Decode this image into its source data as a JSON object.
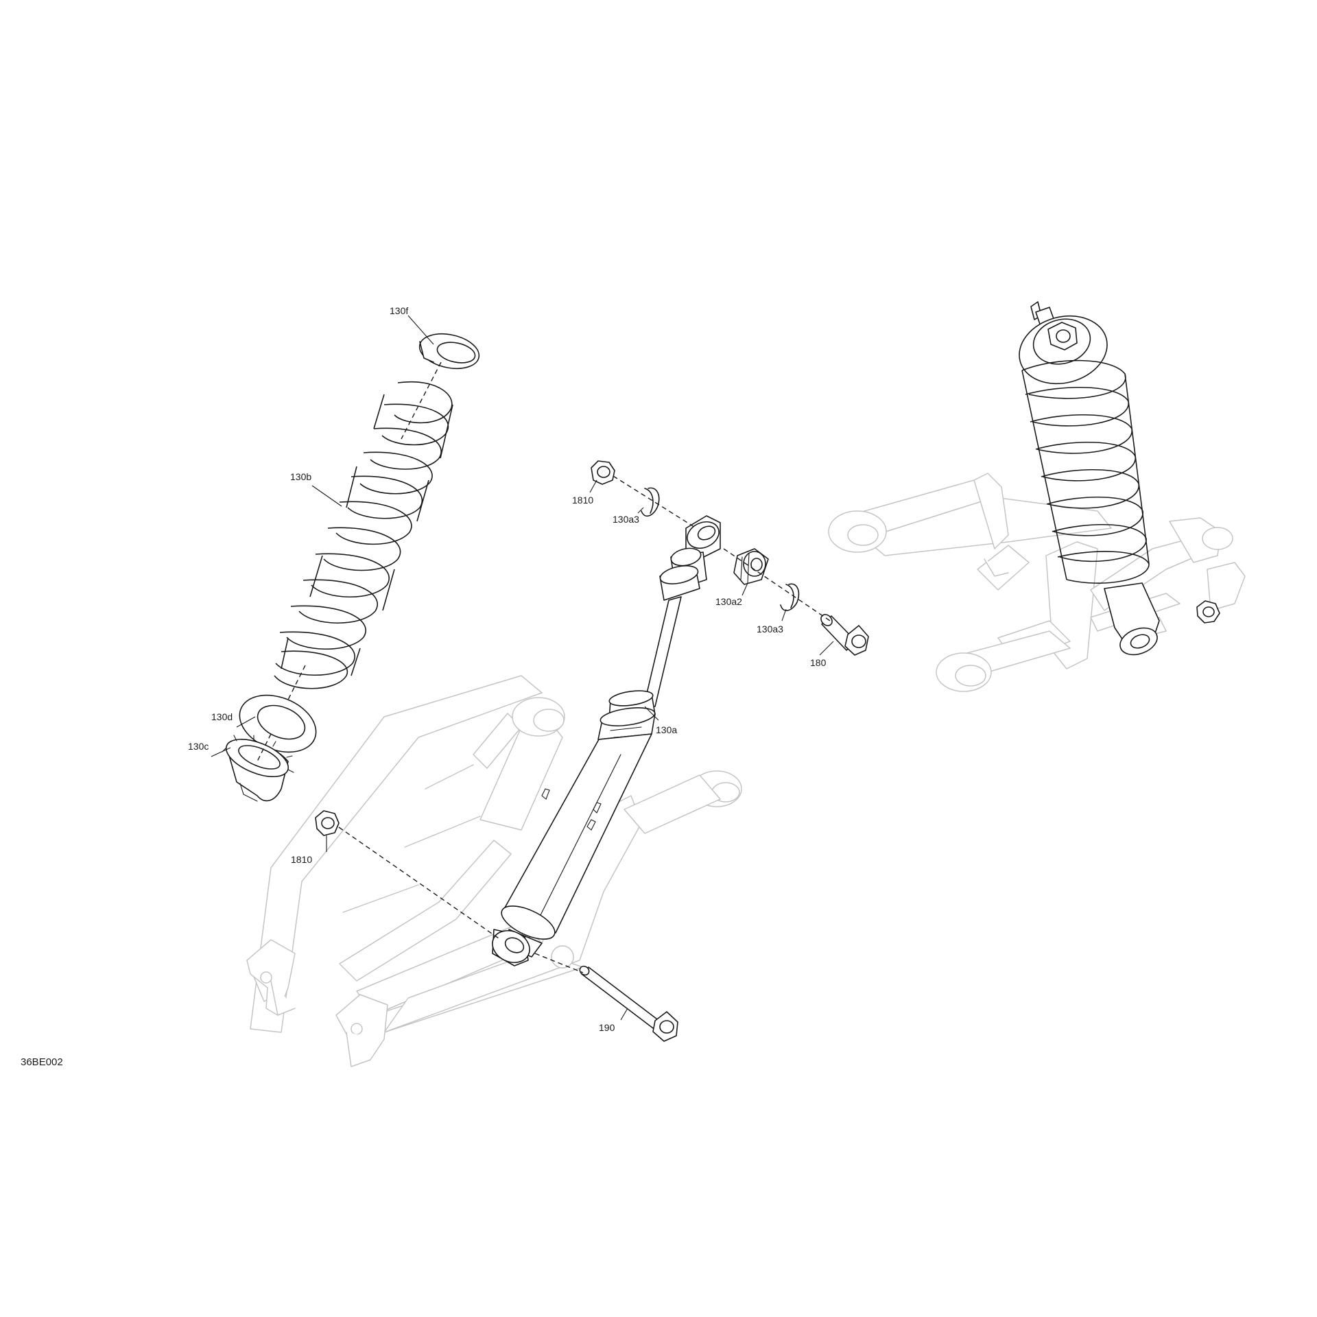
{
  "diagram": {
    "code": "36BE002",
    "callouts": [
      {
        "id": "130f",
        "text": "130f"
      },
      {
        "id": "130b",
        "text": "130b"
      },
      {
        "id": "130d",
        "text": "130d"
      },
      {
        "id": "130c",
        "text": "130c"
      },
      {
        "id": "1810_top",
        "text": "1810"
      },
      {
        "id": "130a3_top",
        "text": "130a3"
      },
      {
        "id": "130a2",
        "text": "130a2"
      },
      {
        "id": "130a3_right",
        "text": "130a3"
      },
      {
        "id": "180",
        "text": "180"
      },
      {
        "id": "130a",
        "text": "130a"
      },
      {
        "id": "1810_bottom",
        "text": "1810"
      },
      {
        "id": "190",
        "text": "190"
      }
    ]
  },
  "colors": {
    "line": "#1a1a1a",
    "ghost": "#c4c4c4",
    "background": "#ffffff"
  }
}
